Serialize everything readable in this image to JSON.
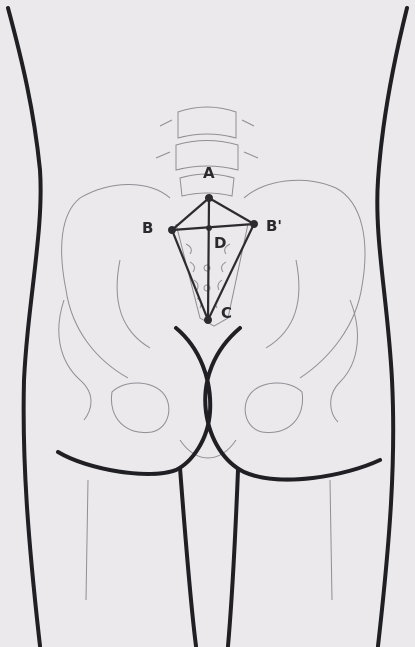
{
  "labels": {
    "a": "A",
    "b": "B",
    "b_prime": "B'",
    "c": "C",
    "d": "D"
  },
  "colors": {
    "background": "#ebe9ec",
    "outline": "#1f1f24",
    "sketch": "#8f8e94",
    "marker": "#2b2b30"
  }
}
